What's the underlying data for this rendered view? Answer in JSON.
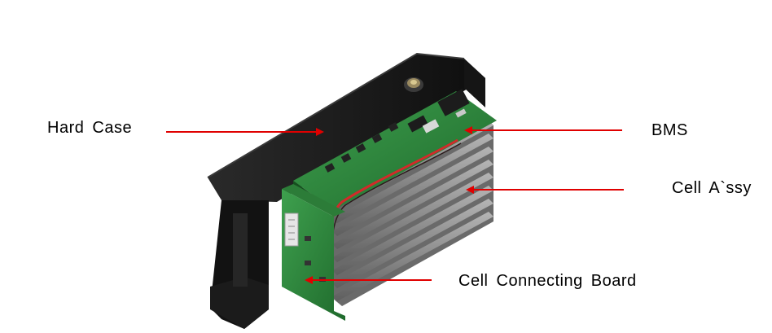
{
  "labels": {
    "hard_case": "Hard Case",
    "bms": "BMS",
    "cell_assy": "Cell A`ssy",
    "cell_connecting_board": "Cell Connecting Board"
  },
  "colors": {
    "arrow": "#e00000",
    "case": "#1a1a1a",
    "pcb": "#2f8a3e",
    "cell_fins": "#8c8c8c",
    "wire": "#d22a2a"
  },
  "icons": {
    "arrow_head": "arrow-icon",
    "screw": "screw-icon"
  }
}
